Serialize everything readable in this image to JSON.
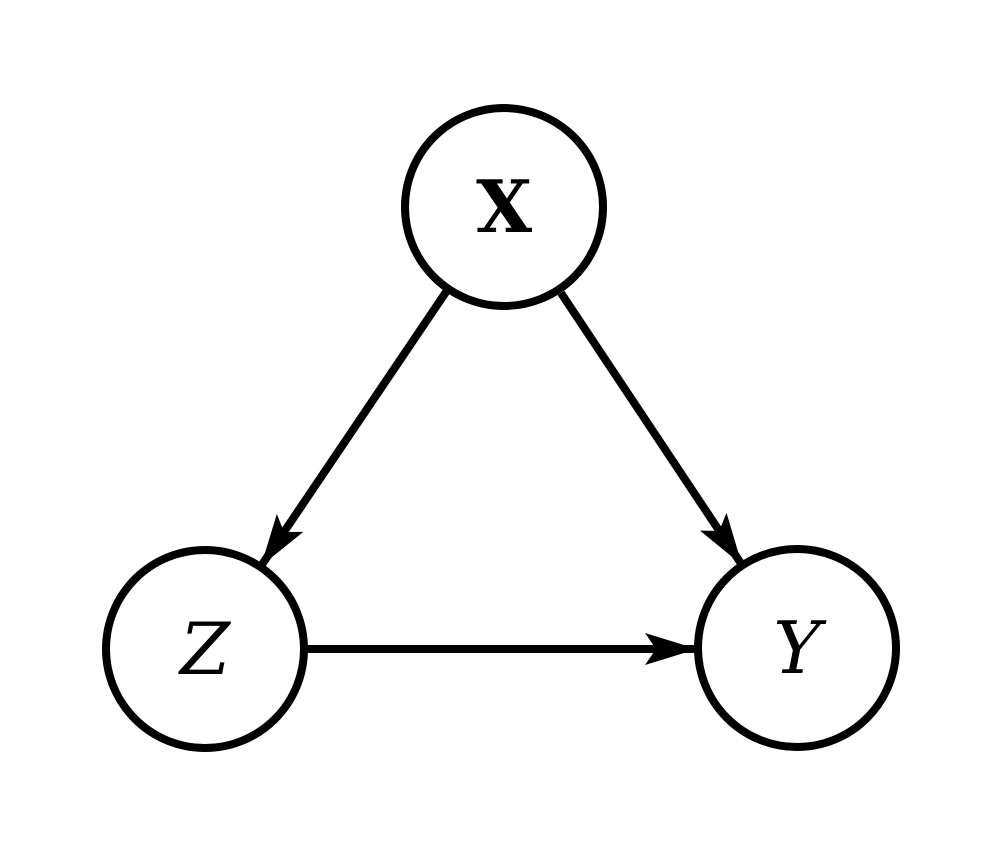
{
  "diagram": {
    "title": "causal graph X Z Y",
    "type": "directed-graph",
    "colors": {
      "background": "#ffffff",
      "node_fill": "#ffffff",
      "node_stroke": "#000000",
      "edge_stroke": "#000000"
    },
    "nodes": [
      {
        "id": "X",
        "label": "X",
        "position": "top-center",
        "text_style": "bold-serif"
      },
      {
        "id": "Z",
        "label": "Z",
        "position": "bottom-left",
        "text_style": "italic-serif"
      },
      {
        "id": "Y",
        "label": "Y",
        "position": "bottom-right",
        "text_style": "italic-serif"
      }
    ],
    "edges": [
      {
        "from": "X",
        "to": "Z",
        "arrow": "filled-stealth"
      },
      {
        "from": "X",
        "to": "Y",
        "arrow": "filled-stealth"
      },
      {
        "from": "Z",
        "to": "Y",
        "arrow": "filled-stealth"
      }
    ]
  }
}
